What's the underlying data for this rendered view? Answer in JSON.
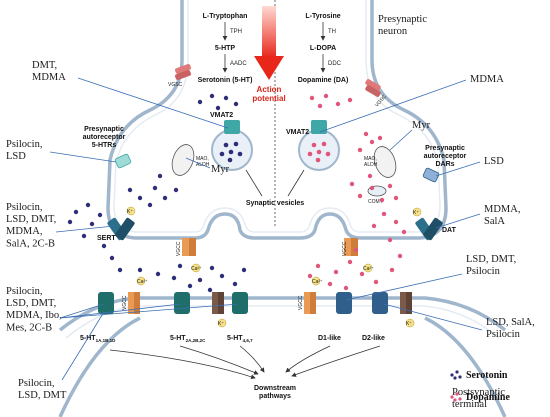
{
  "diagram": {
    "presynaptic_neuron": "Presynaptic\nneuron",
    "postsynaptic_terminal": "Postsynaptic\nterminal",
    "action_potential": "Action\npotential",
    "synaptic_vesicles": "Synaptic vesicles",
    "downstream": "Downstream\npathways",
    "serotonin_pathway": [
      "L-Tryptophan",
      "TPH",
      "5-HTP",
      "AADC",
      "Serotonin (5-HT)"
    ],
    "dopamine_pathway": [
      "L-Tyrosine",
      "TH",
      "L-DOPA",
      "DDC",
      "Dopamine (DA)"
    ],
    "vgsc": "VGSC",
    "vmat2": "VMAT2",
    "mao_aldh": "MAO,\nALDH",
    "comt": "COMT",
    "sert": "SERT",
    "dat": "DAT",
    "vgcc": "VGCC",
    "ca": "Ca²⁺",
    "k": "K⁺",
    "autoreceptor_5ht": "Presynaptic\nautoreceptor\n5-HTRs",
    "autoreceptor_da": "Presynaptic\nautoreceptor\nDARs",
    "receptors": [
      "5-HT1A,1B,1D",
      "5-HT2A,2B,2C",
      "5-HT4,6,7",
      "D1-like",
      "D2-like"
    ],
    "drug_labels": {
      "dmt_mdma_top": "DMT,\nMDMA",
      "mdma_top_right": "MDMA",
      "psilocin_lsd": "Psilocin,\nLSD",
      "myr_left": "Myr",
      "myr_right": "Myr",
      "lsd_right": "LSD",
      "sert_drugs": "Psilocin,\nLSD, DMT,\nMDMA,\nSalA, 2C-B",
      "dat_drugs": "MDMA,\nSalA",
      "d1_drugs": "LSD, DMT,\nPsilocin",
      "receptor_drugs": "Psilocin,\nLSD, DMT,\nMDMA, Ibo,\nMes, 2C-B",
      "d2_drugs": "LSD, SalA,\nPsilocin",
      "bottom_left": "Psilocin,\nLSD, DMT"
    },
    "legend": [
      {
        "label": "Serotonin",
        "color": "#2e2d7a"
      },
      {
        "label": "Dopamine",
        "color": "#e0557a"
      }
    ],
    "colors": {
      "serotonin": "#2e2d7a",
      "dopamine": "#e0557a",
      "membrane": "#9fb6cc",
      "vgsc": "#e07a7a",
      "vmat2": "#3fa7a6",
      "receptor_teal": "#1f6e6a",
      "receptor_orange": "#e99a55",
      "receptor_brown": "#7b5a4a",
      "receptor_blue": "#2f5f8a",
      "action_potential": "#d8261c"
    }
  }
}
